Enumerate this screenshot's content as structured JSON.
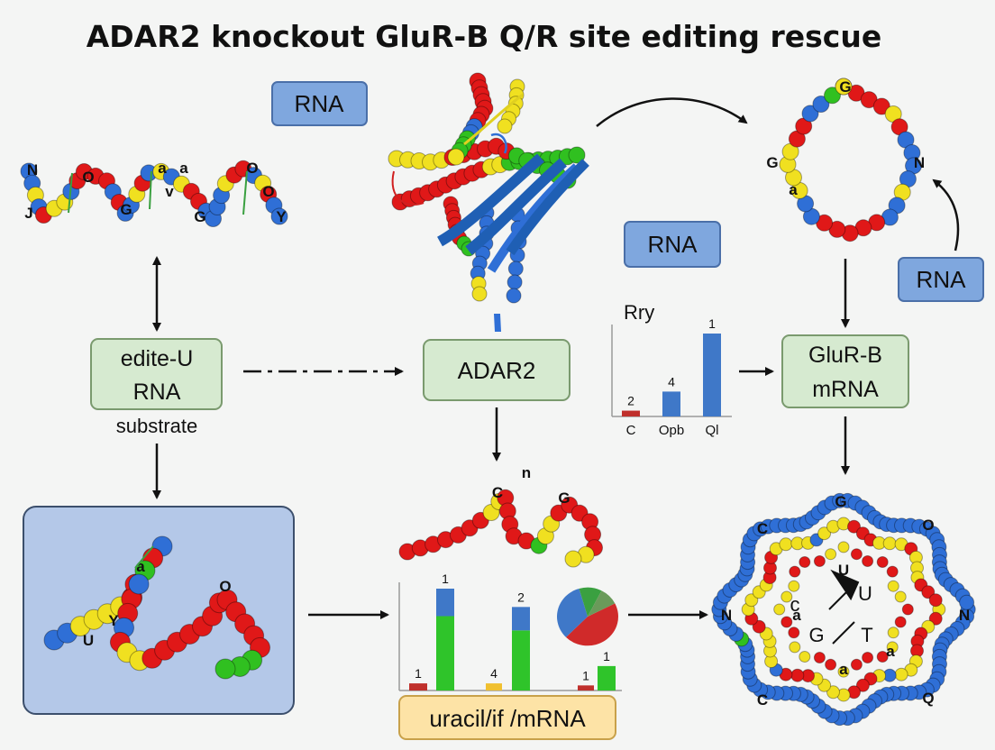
{
  "title": "ADAR2 knockout GluR-B Q/R site editing rescue",
  "colors": {
    "red": "#e01818",
    "yellow": "#f0e020",
    "green": "#30c020",
    "blue": "#2f6fd6",
    "box_green_fill": "#d6ead0",
    "box_green_stroke": "#7a9a6e",
    "box_blue_fill": "#7fa7de",
    "box_blue_stroke": "#4a6fa8",
    "panel_blue": "#b4c8e8",
    "box_orange_fill": "#fde3a6",
    "box_orange_stroke": "#c8a14a"
  },
  "boxes": {
    "rna_top": "RNA",
    "rna_middle": "RNA",
    "rna_right": "RNA",
    "edited_substrate_line1": "edite-U",
    "edited_substrate_line2": "RNA",
    "substrate_caption": "substrate",
    "adar2": "ADAR2",
    "glurb_line1": "GluR-B",
    "glurb_line2": "mRNA",
    "uracil_mrna": "uracil/if /mRNA"
  },
  "molecule_labels": {
    "left_strand": [
      "N",
      "a",
      "a",
      "O",
      "J",
      "O",
      "G",
      "v",
      "G",
      "O",
      "Y"
    ],
    "ring_top_right": [
      "G",
      "N",
      "a",
      "G"
    ],
    "hairpin_mid": [
      "C",
      "n",
      "G"
    ],
    "panel_blue": [
      "a",
      "Y",
      "O",
      "U"
    ],
    "ring_bottom_right": [
      "G",
      "C",
      "O",
      "N",
      "N",
      "C",
      "Q",
      "U",
      "a",
      "a",
      "a",
      "c",
      "U",
      "G",
      "T"
    ]
  },
  "chart_data": [
    {
      "type": "bar",
      "title": "Rry",
      "categories": [
        "C",
        "Opb",
        "Ql"
      ],
      "data_labels": [
        "2",
        "4",
        "1"
      ],
      "values": [
        0.07,
        0.3,
        1.0
      ],
      "colors": [
        "#c0302c",
        "#3f78c8",
        "#3f78c8"
      ]
    },
    {
      "type": "bar",
      "stacked": true,
      "data_labels": [
        "1",
        "1",
        "4",
        "2",
        "1",
        "1"
      ],
      "groups": [
        {
          "bars": [
            {
              "segments": [
                {
                  "value": 0.07,
                  "color": "#c0302c"
                }
              ]
            },
            {
              "segments": [
                {
                  "value": 0.73,
                  "color": "#2fc42a"
                },
                {
                  "value": 0.27,
                  "color": "#3f78c8"
                }
              ]
            }
          ]
        },
        {
          "bars": [
            {
              "segments": [
                {
                  "value": 0.07,
                  "color": "#f0c030"
                }
              ]
            },
            {
              "segments": [
                {
                  "value": 0.59,
                  "color": "#2fc42a"
                },
                {
                  "value": 0.23,
                  "color": "#3f78c8"
                }
              ]
            }
          ]
        },
        {
          "bars": [
            {
              "segments": [
                {
                  "value": 0.05,
                  "color": "#c0302c"
                }
              ]
            },
            {
              "segments": [
                {
                  "value": 0.24,
                  "color": "#2fc42a"
                }
              ]
            }
          ]
        }
      ]
    },
    {
      "type": "pie",
      "slices": [
        {
          "value": 45,
          "color": "#d02a2a"
        },
        {
          "value": 33,
          "color": "#3f78c8"
        },
        {
          "value": 12,
          "color": "#3aa040"
        },
        {
          "value": 10,
          "color": "#6a9a5a"
        }
      ]
    }
  ]
}
